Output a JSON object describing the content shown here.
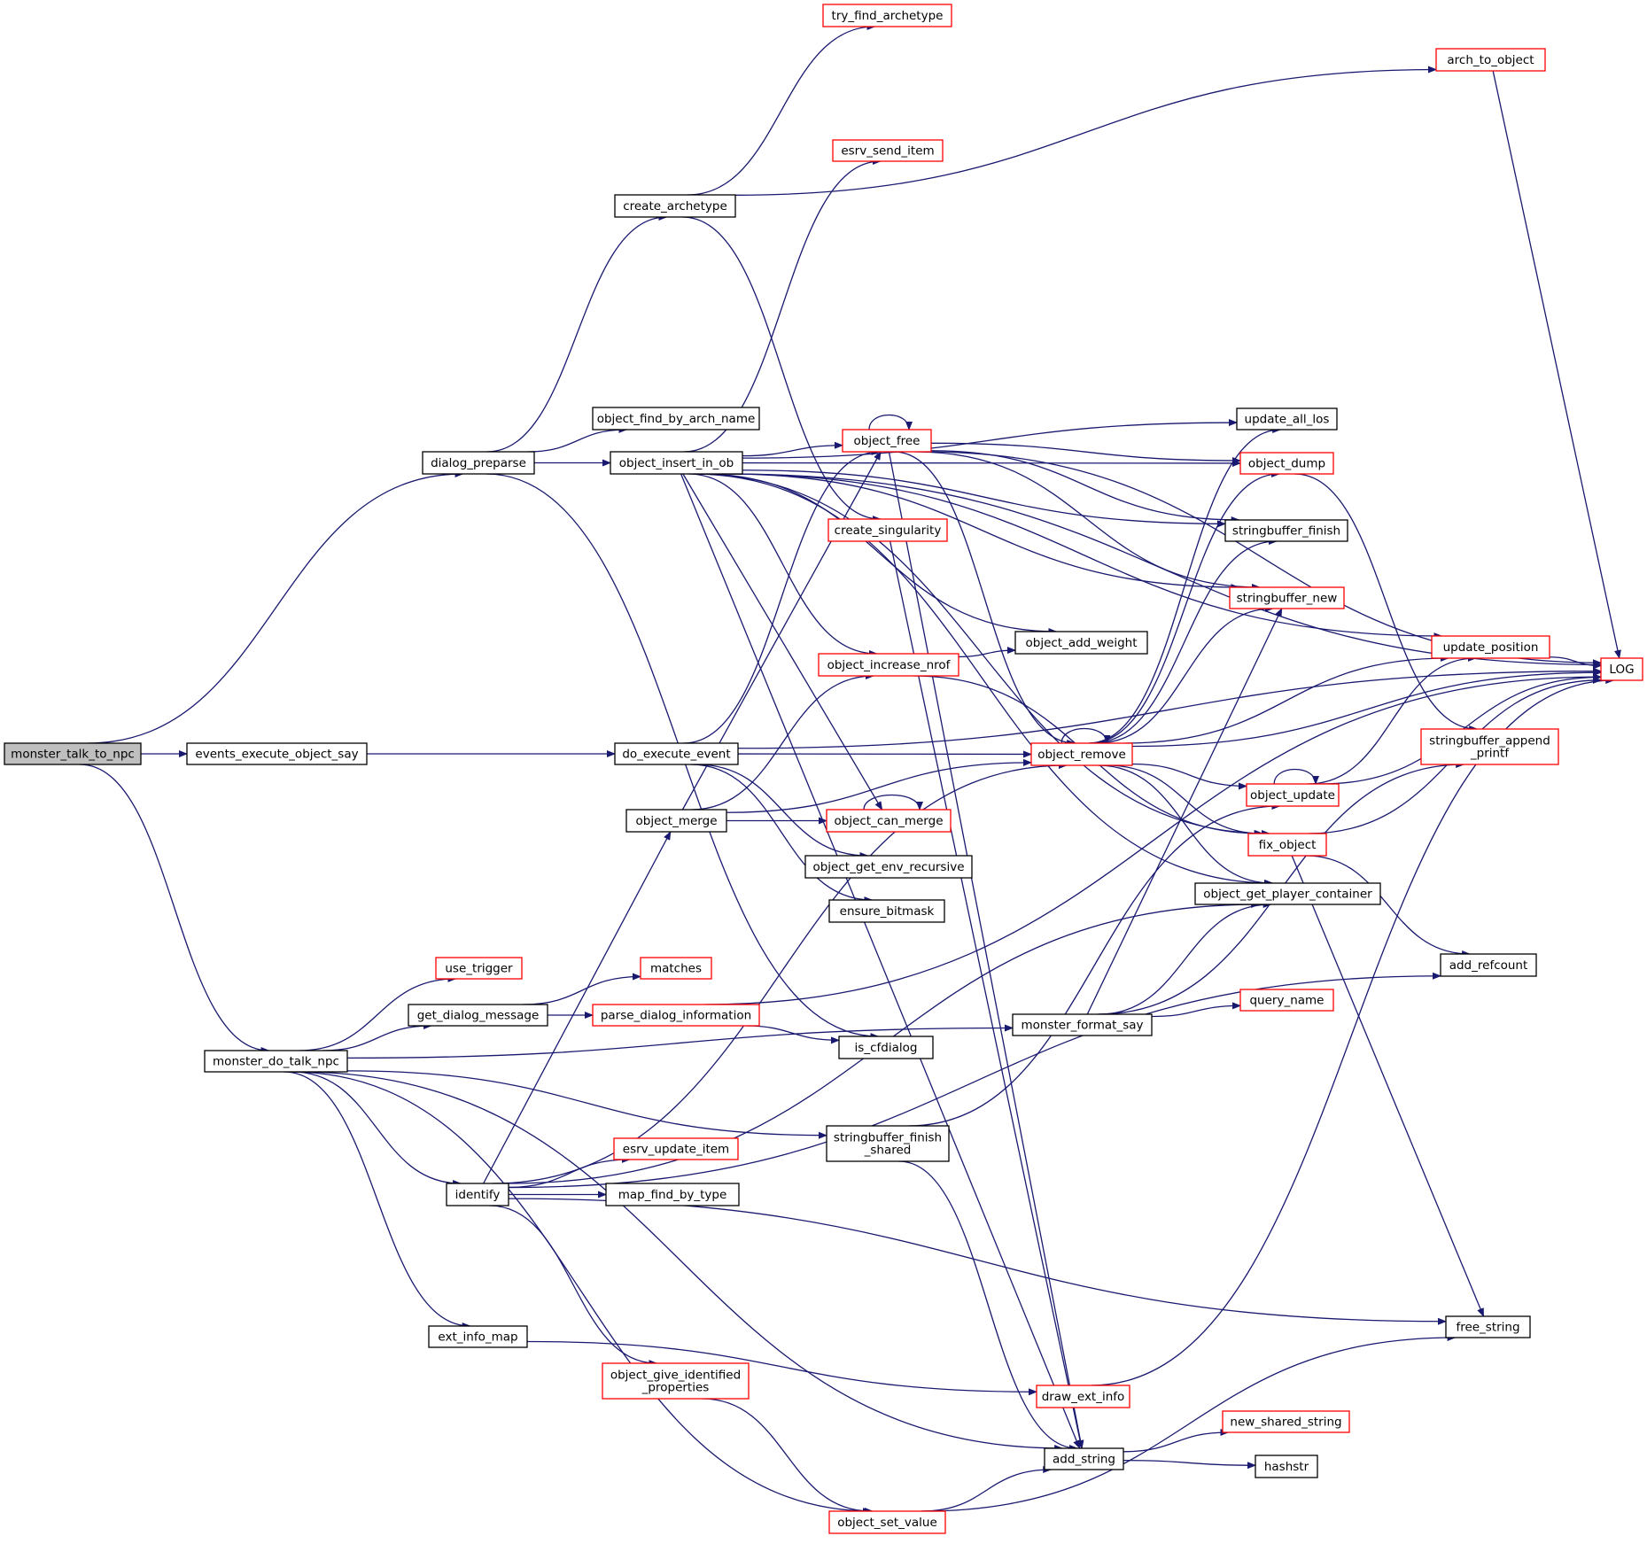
{
  "colors": {
    "edge": "#191970",
    "root_fill": "#bfbfbf",
    "normal_border": "#000000",
    "truncated_border": "#ff0000",
    "node_fill": "#ffffff"
  },
  "nodes": [
    {
      "id": "monster_talk_to_npc",
      "label": "monster_talk_to_npc",
      "style": "root"
    },
    {
      "id": "events_execute_object_say",
      "label": "events_execute_object_say",
      "style": "normal"
    },
    {
      "id": "dialog_preparse",
      "label": "dialog_preparse",
      "style": "normal"
    },
    {
      "id": "monster_do_talk_npc",
      "label": "monster_do_talk_npc",
      "style": "normal"
    },
    {
      "id": "create_archetype",
      "label": "create_archetype",
      "style": "normal"
    },
    {
      "id": "object_find_by_arch_name",
      "label": "object_find_by_arch_name",
      "style": "normal"
    },
    {
      "id": "object_insert_in_ob",
      "label": "object_insert_in_ob",
      "style": "normal"
    },
    {
      "id": "do_execute_event",
      "label": "do_execute_event",
      "style": "normal"
    },
    {
      "id": "object_merge",
      "label": "object_merge",
      "style": "normal"
    },
    {
      "id": "use_trigger",
      "label": "use_trigger",
      "style": "truncated"
    },
    {
      "id": "get_dialog_message",
      "label": "get_dialog_message",
      "style": "normal"
    },
    {
      "id": "identify",
      "label": "identify",
      "style": "normal"
    },
    {
      "id": "ext_info_map",
      "label": "ext_info_map",
      "style": "normal"
    },
    {
      "id": "try_find_archetype",
      "label": "try_find_archetype",
      "style": "truncated"
    },
    {
      "id": "esrv_send_item",
      "label": "esrv_send_item",
      "style": "truncated"
    },
    {
      "id": "object_free",
      "label": "object_free",
      "style": "truncated"
    },
    {
      "id": "create_singularity",
      "label": "create_singularity",
      "style": "truncated"
    },
    {
      "id": "object_increase_nrof",
      "label": "object_increase_nrof",
      "style": "truncated"
    },
    {
      "id": "object_can_merge",
      "label": "object_can_merge",
      "style": "truncated"
    },
    {
      "id": "object_get_env_recursive",
      "label": "object_get_env_recursive",
      "style": "normal"
    },
    {
      "id": "ensure_bitmask",
      "label": "ensure_bitmask",
      "style": "normal"
    },
    {
      "id": "matches",
      "label": "matches",
      "style": "truncated"
    },
    {
      "id": "parse_dialog_information",
      "label": "parse_dialog_information",
      "style": "truncated"
    },
    {
      "id": "is_cfdialog",
      "label": "is_cfdialog",
      "style": "normal"
    },
    {
      "id": "stringbuffer_finish_shared",
      "label": "stringbuffer_finish\n_shared",
      "style": "normal"
    },
    {
      "id": "esrv_update_item",
      "label": "esrv_update_item",
      "style": "truncated"
    },
    {
      "id": "map_find_by_type",
      "label": "map_find_by_type",
      "style": "normal"
    },
    {
      "id": "object_give_identified_properties",
      "label": "object_give_identified\n_properties",
      "style": "truncated"
    },
    {
      "id": "object_set_value",
      "label": "object_set_value",
      "style": "truncated"
    },
    {
      "id": "object_add_weight",
      "label": "object_add_weight",
      "style": "normal"
    },
    {
      "id": "object_remove",
      "label": "object_remove",
      "style": "truncated"
    },
    {
      "id": "monster_format_say",
      "label": "monster_format_say",
      "style": "normal"
    },
    {
      "id": "draw_ext_info",
      "label": "draw_ext_info",
      "style": "truncated"
    },
    {
      "id": "add_string",
      "label": "add_string",
      "style": "normal"
    },
    {
      "id": "update_all_los",
      "label": "update_all_los",
      "style": "normal"
    },
    {
      "id": "object_dump",
      "label": "object_dump",
      "style": "truncated"
    },
    {
      "id": "stringbuffer_finish",
      "label": "stringbuffer_finish",
      "style": "normal"
    },
    {
      "id": "stringbuffer_new",
      "label": "stringbuffer_new",
      "style": "truncated"
    },
    {
      "id": "object_update",
      "label": "object_update",
      "style": "truncated"
    },
    {
      "id": "fix_object",
      "label": "fix_object",
      "style": "truncated"
    },
    {
      "id": "object_get_player_container",
      "label": "object_get_player_container",
      "style": "normal"
    },
    {
      "id": "query_name",
      "label": "query_name",
      "style": "truncated"
    },
    {
      "id": "new_shared_string",
      "label": "new_shared_string",
      "style": "truncated"
    },
    {
      "id": "hashstr",
      "label": "hashstr",
      "style": "normal"
    },
    {
      "id": "arch_to_object",
      "label": "arch_to_object",
      "style": "truncated"
    },
    {
      "id": "update_position",
      "label": "update_position",
      "style": "truncated"
    },
    {
      "id": "stringbuffer_append_printf",
      "label": "stringbuffer_append\n_printf",
      "style": "truncated"
    },
    {
      "id": "add_refcount",
      "label": "add_refcount",
      "style": "normal"
    },
    {
      "id": "free_string",
      "label": "free_string",
      "style": "normal"
    },
    {
      "id": "LOG",
      "label": "LOG",
      "style": "truncated"
    }
  ],
  "edges": [
    [
      "monster_talk_to_npc",
      "events_execute_object_say"
    ],
    [
      "monster_talk_to_npc",
      "dialog_preparse"
    ],
    [
      "monster_talk_to_npc",
      "monster_do_talk_npc"
    ],
    [
      "events_execute_object_say",
      "do_execute_event"
    ],
    [
      "dialog_preparse",
      "create_archetype"
    ],
    [
      "dialog_preparse",
      "object_find_by_arch_name"
    ],
    [
      "dialog_preparse",
      "object_insert_in_ob"
    ],
    [
      "dialog_preparse",
      "is_cfdialog"
    ],
    [
      "create_archetype",
      "try_find_archetype"
    ],
    [
      "create_archetype",
      "arch_to_object"
    ],
    [
      "create_archetype",
      "create_singularity"
    ],
    [
      "object_insert_in_ob",
      "esrv_send_item"
    ],
    [
      "object_insert_in_ob",
      "LOG"
    ],
    [
      "object_insert_in_ob",
      "object_free"
    ],
    [
      "object_insert_in_ob",
      "update_all_los"
    ],
    [
      "object_insert_in_ob",
      "object_dump"
    ],
    [
      "object_insert_in_ob",
      "stringbuffer_finish"
    ],
    [
      "object_insert_in_ob",
      "stringbuffer_new"
    ],
    [
      "object_insert_in_ob",
      "update_position"
    ],
    [
      "object_insert_in_ob",
      "object_add_weight"
    ],
    [
      "object_insert_in_ob",
      "object_increase_nrof"
    ],
    [
      "object_insert_in_ob",
      "object_can_merge"
    ],
    [
      "object_insert_in_ob",
      "fix_object"
    ],
    [
      "object_insert_in_ob",
      "object_get_player_container"
    ],
    [
      "object_insert_in_ob",
      "add_string"
    ],
    [
      "do_execute_event",
      "object_free"
    ],
    [
      "do_execute_event",
      "object_remove"
    ],
    [
      "do_execute_event",
      "object_get_env_recursive"
    ],
    [
      "do_execute_event",
      "ensure_bitmask"
    ],
    [
      "do_execute_event",
      "LOG"
    ],
    [
      "object_merge",
      "object_free"
    ],
    [
      "object_merge",
      "object_increase_nrof"
    ],
    [
      "object_merge",
      "object_can_merge"
    ],
    [
      "object_merge",
      "object_remove"
    ],
    [
      "object_free",
      "object_free"
    ],
    [
      "object_free",
      "object_dump"
    ],
    [
      "object_free",
      "stringbuffer_finish"
    ],
    [
      "object_free",
      "stringbuffer_new"
    ],
    [
      "object_free",
      "object_remove"
    ],
    [
      "object_free",
      "LOG"
    ],
    [
      "object_free",
      "add_string"
    ],
    [
      "object_can_merge",
      "object_can_merge"
    ],
    [
      "object_increase_nrof",
      "object_add_weight"
    ],
    [
      "object_increase_nrof",
      "fix_object"
    ],
    [
      "create_singularity",
      "add_string"
    ],
    [
      "object_remove",
      "object_remove"
    ],
    [
      "object_remove",
      "update_all_los"
    ],
    [
      "object_remove",
      "object_dump"
    ],
    [
      "object_remove",
      "stringbuffer_finish"
    ],
    [
      "object_remove",
      "stringbuffer_new"
    ],
    [
      "object_remove",
      "update_position"
    ],
    [
      "object_remove",
      "LOG"
    ],
    [
      "object_remove",
      "object_update"
    ],
    [
      "object_remove",
      "fix_object"
    ],
    [
      "object_remove",
      "object_get_player_container"
    ],
    [
      "object_dump",
      "stringbuffer_append_printf"
    ],
    [
      "object_update",
      "object_update"
    ],
    [
      "object_update",
      "update_position"
    ],
    [
      "object_update",
      "LOG"
    ],
    [
      "update_position",
      "LOG"
    ],
    [
      "fix_object",
      "LOG"
    ],
    [
      "fix_object",
      "add_refcount"
    ],
    [
      "fix_object",
      "free_string"
    ],
    [
      "arch_to_object",
      "LOG"
    ],
    [
      "monster_do_talk_npc",
      "use_trigger"
    ],
    [
      "monster_do_talk_npc",
      "get_dialog_message"
    ],
    [
      "monster_do_talk_npc",
      "monster_format_say"
    ],
    [
      "monster_do_talk_npc",
      "stringbuffer_finish_shared"
    ],
    [
      "monster_do_talk_npc",
      "identify"
    ],
    [
      "monster_do_talk_npc",
      "ext_info_map"
    ],
    [
      "monster_do_talk_npc",
      "add_string"
    ],
    [
      "monster_do_talk_npc",
      "object_set_value"
    ],
    [
      "get_dialog_message",
      "matches"
    ],
    [
      "get_dialog_message",
      "parse_dialog_information"
    ],
    [
      "parse_dialog_information",
      "is_cfdialog"
    ],
    [
      "parse_dialog_information",
      "LOG"
    ],
    [
      "monster_format_say",
      "query_name"
    ],
    [
      "monster_format_say",
      "stringbuffer_new"
    ],
    [
      "monster_format_say",
      "stringbuffer_append_printf"
    ],
    [
      "monster_format_say",
      "object_get_player_container"
    ],
    [
      "stringbuffer_finish_shared",
      "object_update"
    ],
    [
      "stringbuffer_finish_shared",
      "add_string"
    ],
    [
      "identify",
      "object_merge"
    ],
    [
      "identify",
      "esrv_update_item"
    ],
    [
      "identify",
      "map_find_by_type"
    ],
    [
      "identify",
      "object_give_identified_properties"
    ],
    [
      "identify",
      "object_remove"
    ],
    [
      "identify",
      "object_get_player_container"
    ],
    [
      "identify",
      "add_refcount"
    ],
    [
      "identify",
      "free_string"
    ],
    [
      "ext_info_map",
      "draw_ext_info"
    ],
    [
      "draw_ext_info",
      "LOG"
    ],
    [
      "object_give_identified_properties",
      "object_set_value"
    ],
    [
      "object_set_value",
      "add_string"
    ],
    [
      "object_set_value",
      "free_string"
    ],
    [
      "add_string",
      "new_shared_string"
    ],
    [
      "add_string",
      "hashstr"
    ]
  ]
}
